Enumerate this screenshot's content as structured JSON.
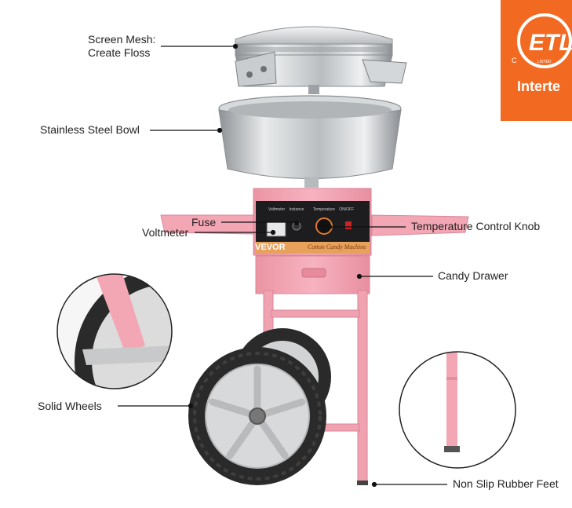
{
  "callouts": {
    "screen_mesh_line1": "Screen Mesh:",
    "screen_mesh_line2": "Create Floss",
    "stainless_bowl": "Stainless Steel Bowl",
    "fuse": "Fuse",
    "voltmeter": "Voltmeter",
    "temperature_knob": "Temperature Control Knob",
    "candy_drawer": "Candy Drawer",
    "solid_wheels": "Solid Wheels",
    "rubber_feet": "Non Slip Rubber Feet"
  },
  "machine_panel": {
    "brand": "VEVOR",
    "product_name": "Cotton Candy Machine",
    "switch_labels": [
      "Voltmeter",
      "Instance",
      "Temperature",
      "ON/OFF"
    ]
  },
  "certification_badge": {
    "mark": "ETL",
    "left_letter": "C",
    "ring_text": "LISTED",
    "brand_text": "Interte"
  },
  "colors": {
    "cart_pink": "#f4a7b4",
    "steel": "#c9cccf",
    "badge_orange": "#f26a21",
    "tire_black": "#2a2a2a",
    "rim_gray": "#d8d9da"
  }
}
